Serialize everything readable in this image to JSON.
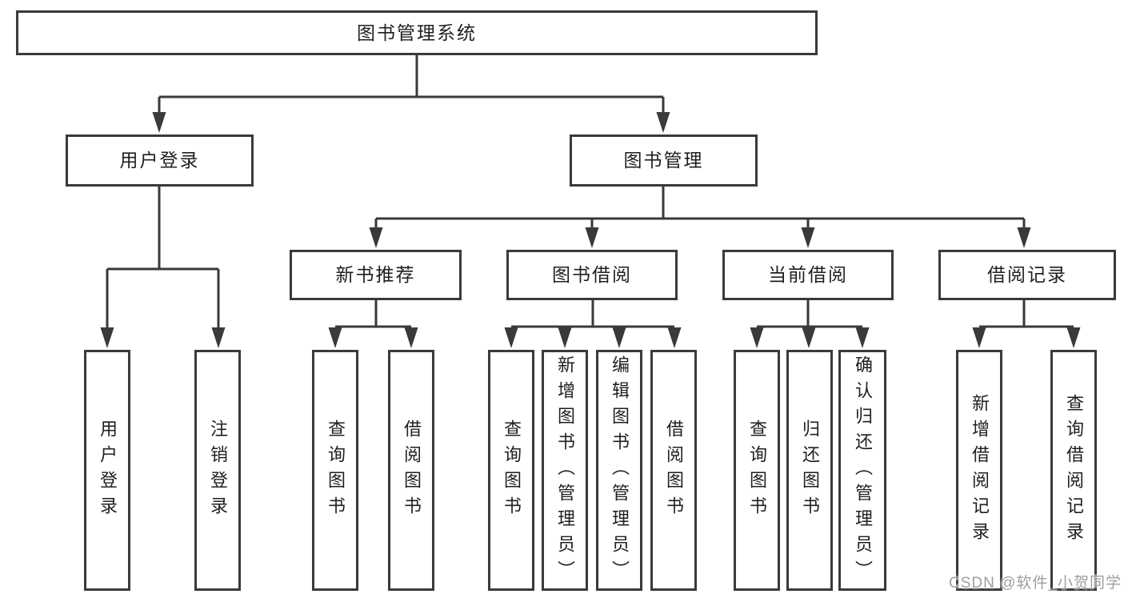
{
  "diagram": {
    "title": "图书管理系统",
    "tree": {
      "root": {
        "label": "图书管理系统"
      },
      "branches": [
        {
          "label": "用户登录",
          "children": [
            {
              "label": "用户登录"
            },
            {
              "label": "注销登录"
            }
          ]
        },
        {
          "label": "图书管理",
          "children": [
            {
              "label": "新书推荐",
              "children": [
                {
                  "label": "查询图书"
                },
                {
                  "label": "借阅图书"
                }
              ]
            },
            {
              "label": "图书借阅",
              "children": [
                {
                  "label": "查询图书"
                },
                {
                  "label": "新增图书（管理员）"
                },
                {
                  "label": "编辑图书（管理员）"
                },
                {
                  "label": "借阅图书"
                }
              ]
            },
            {
              "label": "当前借阅",
              "children": [
                {
                  "label": "查询图书"
                },
                {
                  "label": "归还图书"
                },
                {
                  "label": "确认归还（管理员）"
                }
              ]
            },
            {
              "label": "借阅记录",
              "children": [
                {
                  "label": "新增借阅记录"
                },
                {
                  "label": "查询借阅记录"
                }
              ]
            }
          ]
        }
      ]
    },
    "colors": {
      "line": "#3a3a3a",
      "box_border": "#3a3a3a",
      "text": "#1f1f1f",
      "background": "#ffffff",
      "watermark": "#9e9e9e"
    }
  },
  "watermark": {
    "text": "CSDN @软件_小贺同学"
  }
}
